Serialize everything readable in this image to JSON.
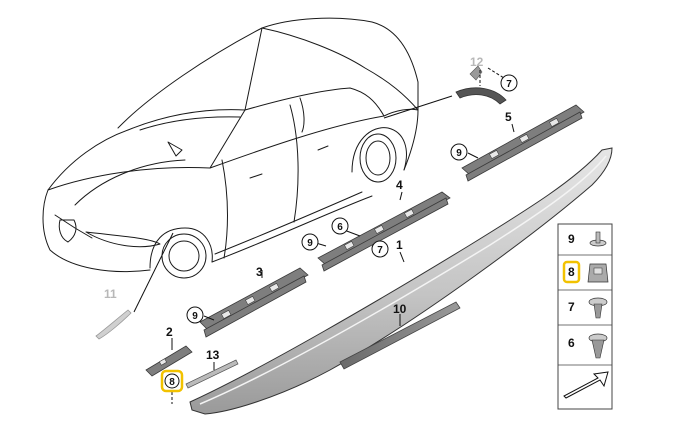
{
  "diagram": {
    "part_labels": [
      "1",
      "2",
      "3",
      "4",
      "5",
      "10",
      "13"
    ],
    "part_labels_grey": [
      "11",
      "12"
    ],
    "callouts": [
      "7",
      "7",
      "9",
      "9",
      "6",
      "9",
      "8"
    ],
    "legend": [
      "9",
      "8",
      "7",
      "6"
    ],
    "highlight_color": "#f2c200"
  }
}
